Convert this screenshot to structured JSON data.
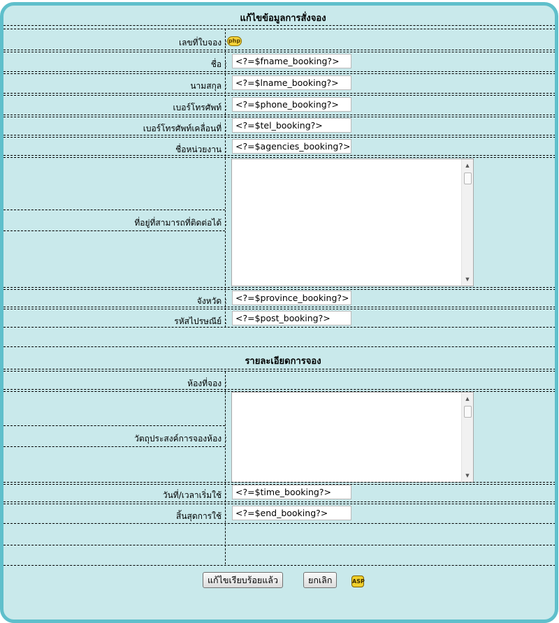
{
  "form1": {
    "title": "แก้ไขข้อมูลการสั่งจอง",
    "booking_no_label": "เลขที่ใบจอง :",
    "php_icon": "php",
    "fields": [
      {
        "label": "ชื่อ :",
        "value": "<?=$fname_booking?>"
      },
      {
        "label": "นามสกุล :",
        "value": "<?=$lname_booking?>"
      },
      {
        "label": "เบอร์โทรศัพท์ :",
        "value": "<?=$phone_booking?>"
      },
      {
        "label": "เบอร์โทรศัพท์เคลื่อนที่ :",
        "value": "<?=$tel_booking?>"
      },
      {
        "label": "ชื่อหน่วยงาน :",
        "value": "<?=$agencies_booking?>"
      }
    ],
    "address_label": "ที่อยู่ที่สามารถที่ติดต่อได้ :",
    "address_value": "",
    "province": {
      "label": "จังหวัด :",
      "value": "<?=$province_booking?>"
    },
    "postcode": {
      "label": "รหัสไปรษณีย์ :",
      "value": "<?=$post_booking?>"
    }
  },
  "form2": {
    "title": "รายละเอียดการจอง",
    "room_label": "ห้องที่จอง :",
    "purpose_label": "วัตถุประสงค์การจองห้อง :",
    "purpose_value": "",
    "start": {
      "label": "วันที่/เวลาเริ่มใช้ :",
      "value": "<?=$time_booking?>"
    },
    "end": {
      "label": "สิ้นสุดการใช้ :",
      "value": "<?=$end_booking?>"
    }
  },
  "buttons": {
    "save_label": "แก้ไขเรียบร้อยแล้ว",
    "cancel_label": "ยกเลิก",
    "asp_icon": "ASP"
  },
  "icons": [
    "php-icon",
    "asp-icon",
    "scroll-up-arrow-icon",
    "scroll-down-arrow-icon"
  ],
  "colors": {
    "panel_bg": "#c9e9eb",
    "panel_border": "#5fbfcb"
  }
}
